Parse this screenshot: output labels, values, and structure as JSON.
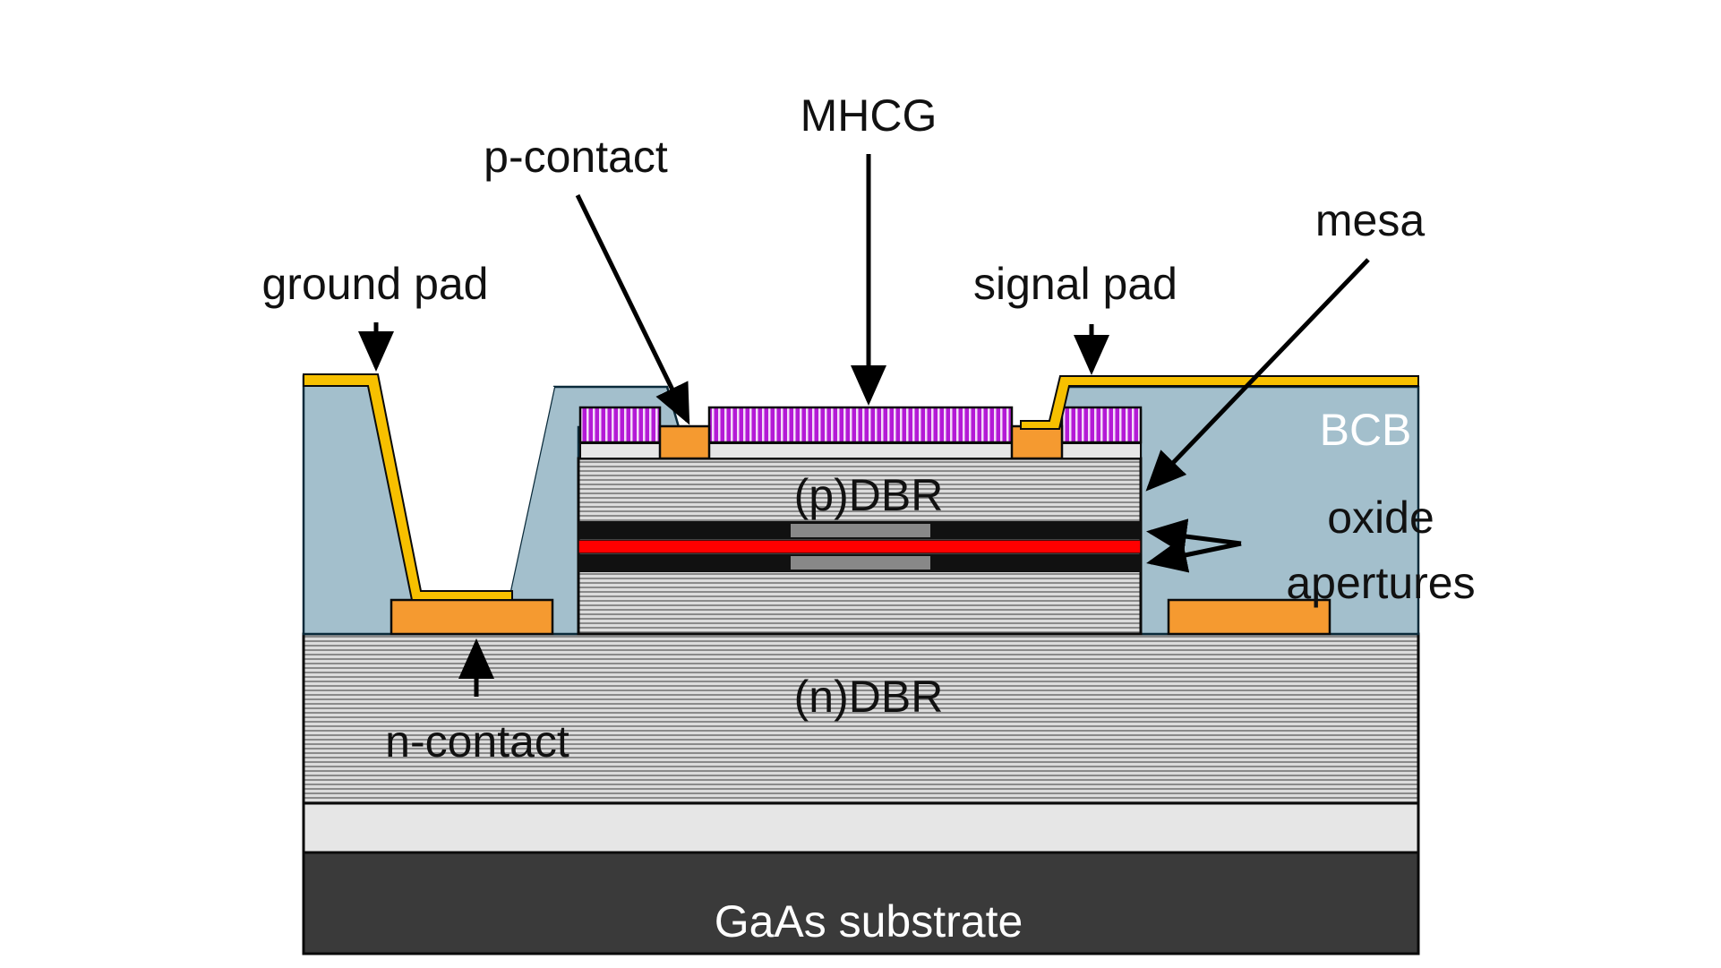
{
  "diagram": {
    "title": "VCSEL with MHCG cross-section",
    "labels": {
      "mhcg": "MHCG",
      "p_contact": "p-contact",
      "ground_pad": "ground pad",
      "signal_pad": "signal pad",
      "mesa": "mesa",
      "bcb": "BCB",
      "oxide_line1": "oxide",
      "oxide_line2": "apertures",
      "p_dbr": "(p)DBR",
      "n_dbr": "(n)DBR",
      "n_contact": "n-contact",
      "substrate": "GaAs substrate"
    },
    "colors": {
      "bcb": "#a3bfcc",
      "gold_pad": "#f7c000",
      "contact": "#f59a30",
      "mhcg": "#b41ad6",
      "dbr_light": "#dcdcdc",
      "dbr_dark": "#8a8a8a",
      "oxide": "#111111",
      "active_region": "#ff0000",
      "aperture": "#888888",
      "spacer": "#e6e6e6",
      "substrate": "#3a3a3a",
      "outline": "#0a0a0a"
    }
  }
}
